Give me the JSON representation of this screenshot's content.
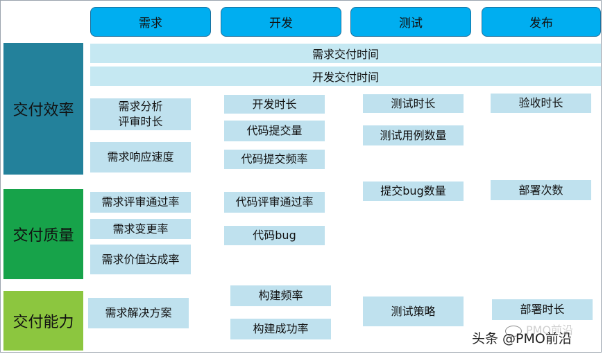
{
  "phases": [
    "需求",
    "开发",
    "测试",
    "发布"
  ],
  "bands": [
    "需求交付时间",
    "开发交付时间"
  ],
  "categories": [
    {
      "label": "交付效率",
      "color": "#23819b"
    },
    {
      "label": "交付质量",
      "color": "#17a34a"
    },
    {
      "label": "交付能力",
      "color": "#8cc63f"
    }
  ],
  "metrics": {
    "requirement": [
      "需求分析\n评审时长",
      "需求响应速度",
      "需求评审通过率",
      "需求变更率",
      "需求价值达成率",
      "需求解决方案"
    ],
    "development": [
      "开发时长",
      "代码提交量",
      "代码提交频率",
      "代码评审通过率",
      "代码bug",
      "构建频率",
      "构建成功率"
    ],
    "testing": [
      "测试时长",
      "测试用例数量",
      "提交bug数量",
      "测试策略"
    ],
    "release": [
      "验收时长",
      "部署次数",
      "部署时长"
    ]
  },
  "watermark": {
    "text": "头条 @PMO前沿",
    "faint": "PMO前沿"
  }
}
